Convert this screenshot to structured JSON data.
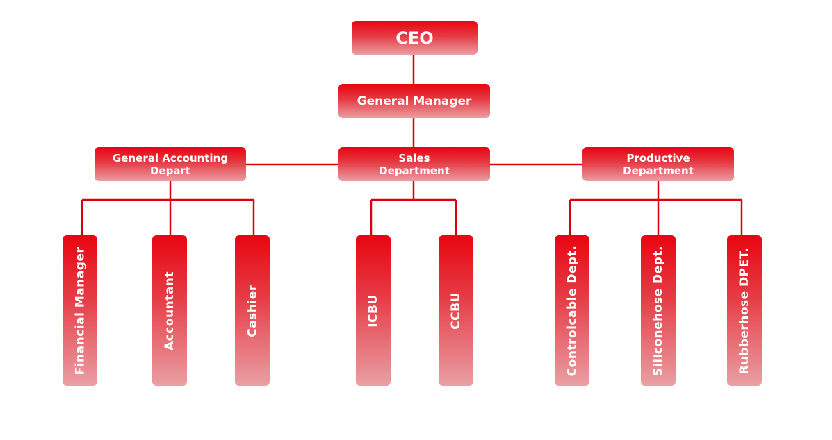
{
  "colors": {
    "box_top": "#e80510",
    "box_bottom": "#e9a0a4",
    "connector": "#d9000f",
    "text": "#ffffff"
  },
  "org": {
    "ceo": "CEO",
    "general_manager": "General Manager",
    "departments": [
      {
        "key": "accounting",
        "name": "General Accounting\nDepart",
        "units": [
          "Financial Manager",
          "Accountant",
          "Cashier"
        ]
      },
      {
        "key": "sales",
        "name": "Sales\nDepartment",
        "units": [
          "ICBU",
          "CCBU"
        ]
      },
      {
        "key": "productive",
        "name": "Productive\nDepartment",
        "units": [
          "Controlcable Dept.",
          "Sillconehose Dept.",
          "Rubberhose DPET."
        ]
      }
    ]
  }
}
